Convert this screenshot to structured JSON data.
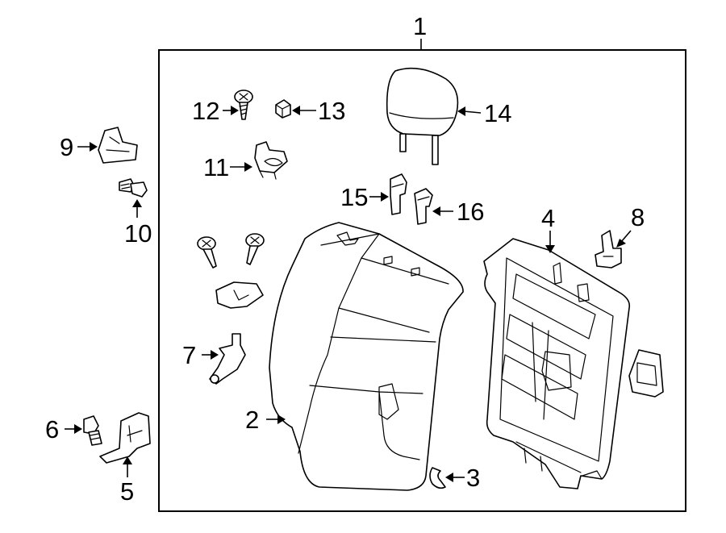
{
  "diagram": {
    "callouts": {
      "c1": "1",
      "c2": "2",
      "c3": "3",
      "c4": "4",
      "c5": "5",
      "c6": "6",
      "c7": "7",
      "c8": "8",
      "c9": "9",
      "c10": "10",
      "c11": "11",
      "c12": "12",
      "c13": "13",
      "c14": "14",
      "c15": "15",
      "c16": "16"
    },
    "colors": {
      "ink": "#000000",
      "background": "#ffffff"
    }
  }
}
